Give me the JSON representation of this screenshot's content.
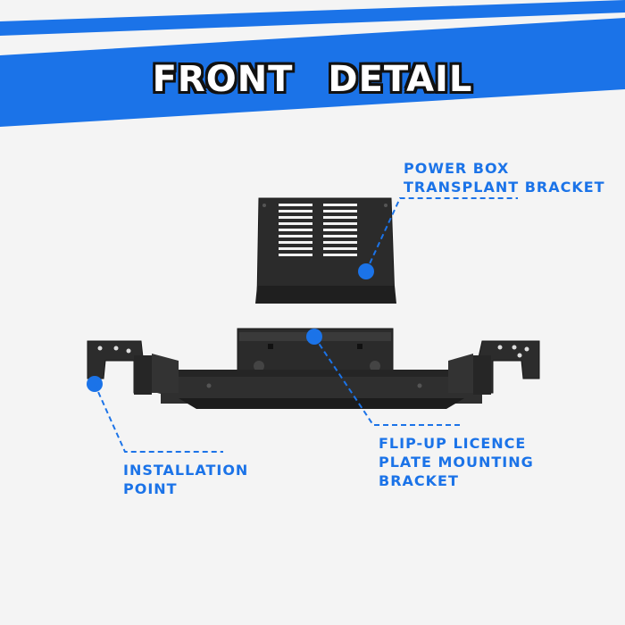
{
  "banner": {
    "title": "FRONT   DETAIL",
    "color": "#1b73e8"
  },
  "callouts": {
    "power_box": [
      "POWER BOX",
      "TRANSPLANT BRACKET"
    ],
    "flip_up": [
      "FLIP-UP LICENCE",
      "PLATE MOUNTING",
      "BRACKET"
    ],
    "installation": [
      "INSTALLATION",
      "POINT"
    ]
  },
  "colors": {
    "accent": "#1b73e8",
    "part": "#2a2a2a",
    "background": "#f4f4f4"
  }
}
